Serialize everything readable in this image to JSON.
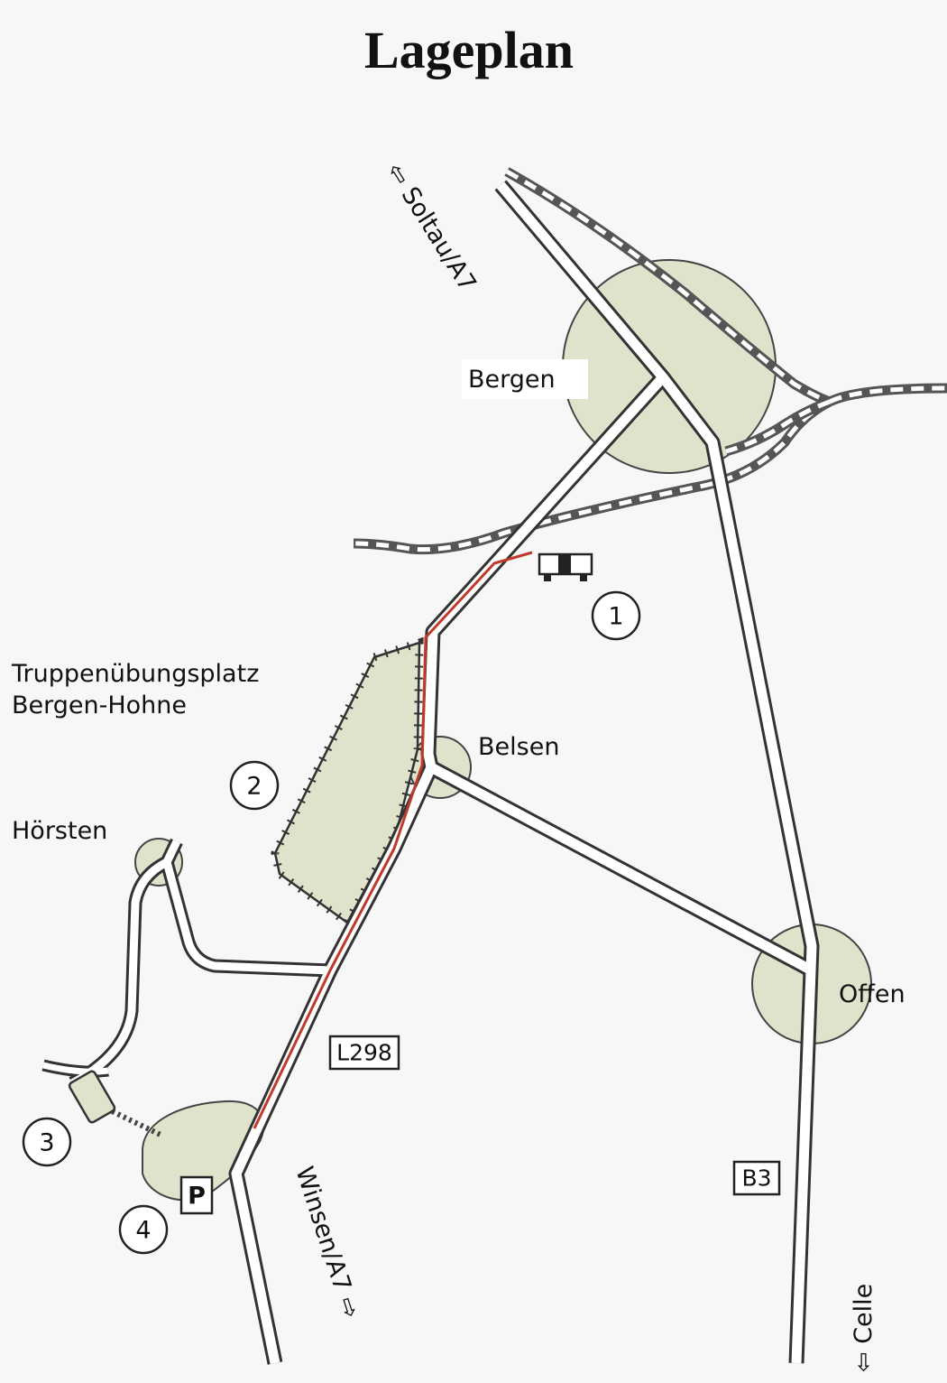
{
  "title": "Lageplan",
  "colors": {
    "area_fill": "#dfe3cc",
    "road_outline": "#333333",
    "road_fill": "#ffffff",
    "route": "#c0392b",
    "rail": "#555555",
    "background": "#f7f7f7"
  },
  "places": {
    "bergen": "Bergen",
    "belsen": "Belsen",
    "offen": "Offen",
    "hoersten": "Hörsten",
    "training_area_line1": "Truppenübungsplatz",
    "training_area_line2": "Bergen-Hohne"
  },
  "directions": {
    "soltau": "⇦ Soltau/A7",
    "winsen": "Winsen/A7 ⇨",
    "celle": "⇦ Celle"
  },
  "roads": {
    "l298": "L298",
    "b3": "B3"
  },
  "markers": {
    "m1": "1",
    "m2": "2",
    "m3": "3",
    "m4": "4",
    "parking": "P"
  },
  "icons": {
    "destination": "building-icon",
    "parking": "parking-icon",
    "railway": "railway-line",
    "route": "route-line"
  }
}
